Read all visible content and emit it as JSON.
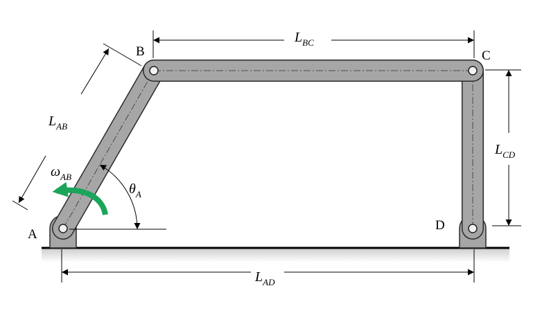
{
  "points": {
    "A": "A",
    "B": "B",
    "C": "C",
    "D": "D"
  },
  "dimensions": {
    "ab": {
      "main": "L",
      "sub": "AB"
    },
    "bc": {
      "main": "L",
      "sub": "BC"
    },
    "cd": {
      "main": "L",
      "sub": "CD"
    },
    "ad": {
      "main": "L",
      "sub": "AD"
    }
  },
  "angle": {
    "main": "θ",
    "sub": "A"
  },
  "omega": {
    "main": "ω",
    "sub": "AB"
  },
  "colors": {
    "link_fill": "#a6a6a6",
    "link_stroke": "#2a2a2a",
    "ground": "#000000",
    "omega_arrow": "#1aa55a"
  }
}
